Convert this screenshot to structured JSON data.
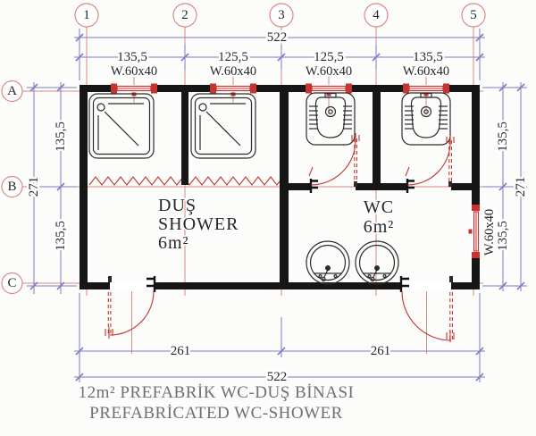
{
  "plan": {
    "grid_cols": [
      "1",
      "2",
      "3",
      "4",
      "5"
    ],
    "grid_rows": [
      "A",
      "B",
      "C"
    ],
    "dims": {
      "top_total": "522",
      "top_bays": [
        "135,5",
        "125,5",
        "125,5",
        "135,5"
      ],
      "left_total": "271",
      "left_segs": [
        "135,5",
        "135,5"
      ],
      "right_total": "271",
      "right_segs": [
        "135,5",
        "135,5"
      ],
      "bottom_halves": [
        "261",
        "261"
      ],
      "bottom_total": "522"
    },
    "window_label": "W.60x40",
    "rooms": {
      "shower": {
        "line1": "DUŞ",
        "line2": "SHOWER",
        "area": "6m²"
      },
      "wc": {
        "line1": "WC",
        "area": "6m²"
      }
    },
    "title": {
      "line1": "12m² PREFABRİK WC-DUŞ BİNASI",
      "line2": "PREFABRİCATED WC-SHOWER"
    },
    "colors": {
      "wall": "#161616",
      "centerline": "#d98a85",
      "dimension": "#7d7dc2",
      "fixture_red": "#c53430",
      "text": "#26262a",
      "title_text": "#6f6f74",
      "background": "#fcfcfb"
    }
  }
}
